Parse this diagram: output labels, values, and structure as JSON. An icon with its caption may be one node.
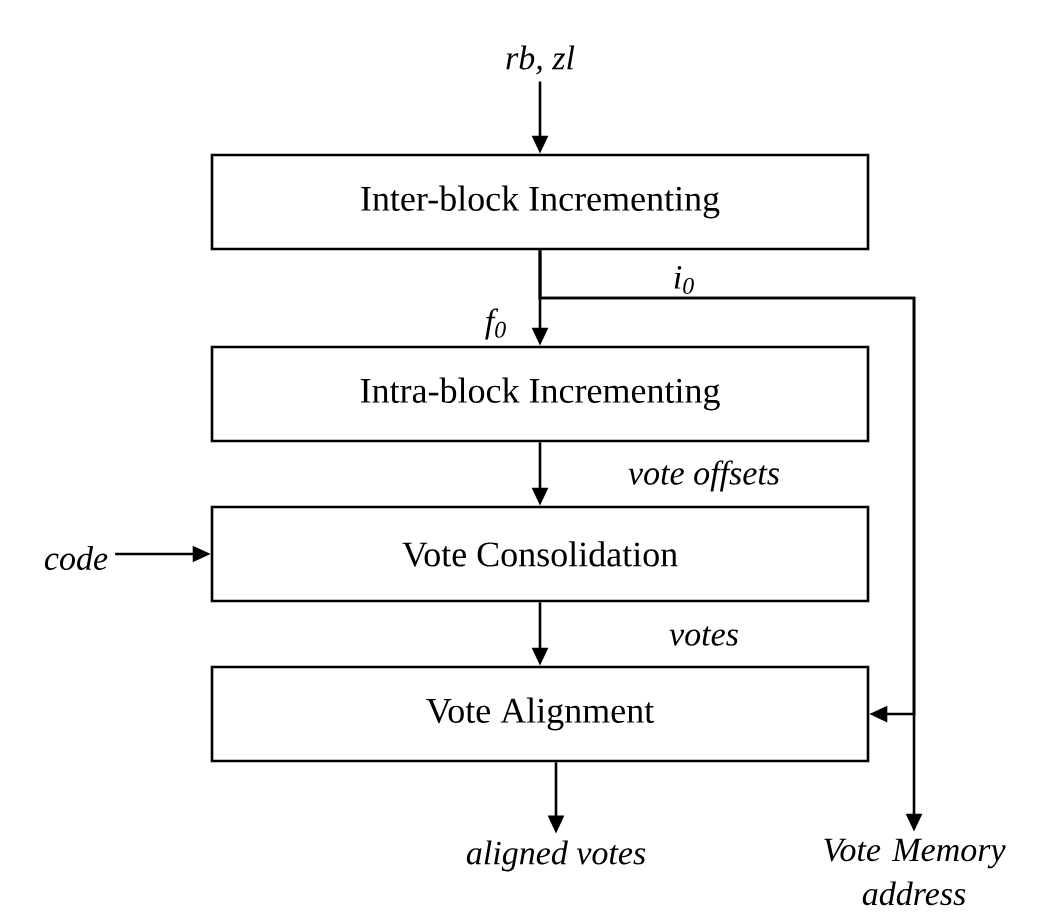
{
  "diagram": {
    "nodes": [
      {
        "text": [
          "rb, zl"
        ]
      },
      {
        "text": [
          "Inter-block Incrementing"
        ]
      },
      {
        "text": [
          "Intra-block Incrementing"
        ]
      },
      {
        "text": [
          "Vote Consolidation"
        ]
      },
      {
        "text": [
          "Vote Alignment"
        ]
      },
      {
        "text": [
          "code"
        ]
      },
      {
        "text": [
          "aligned votes"
        ]
      },
      {
        "text": [
          "Vote Memory address"
        ]
      }
    ],
    "edges": [
      {
        "from": 0,
        "to": 1,
        "arrow": "to"
      },
      {
        "from": 1,
        "to": 2,
        "arrow": "to",
        "label": "f$_{0}$"
      },
      {
        "from": 1,
        "to": 7,
        "arrow": "to",
        "label": "i$_{0}$"
      },
      {
        "from": 1,
        "to": 4,
        "arrow": "to"
      },
      {
        "from": 2,
        "to": 3,
        "arrow": "to",
        "label": "vote offsets"
      },
      {
        "from": 5,
        "to": 3,
        "arrow": "to"
      },
      {
        "from": 3,
        "to": 4,
        "arrow": "to",
        "label": "votes"
      },
      {
        "from": 4,
        "to": 6,
        "arrow": "to"
      }
    ]
  }
}
